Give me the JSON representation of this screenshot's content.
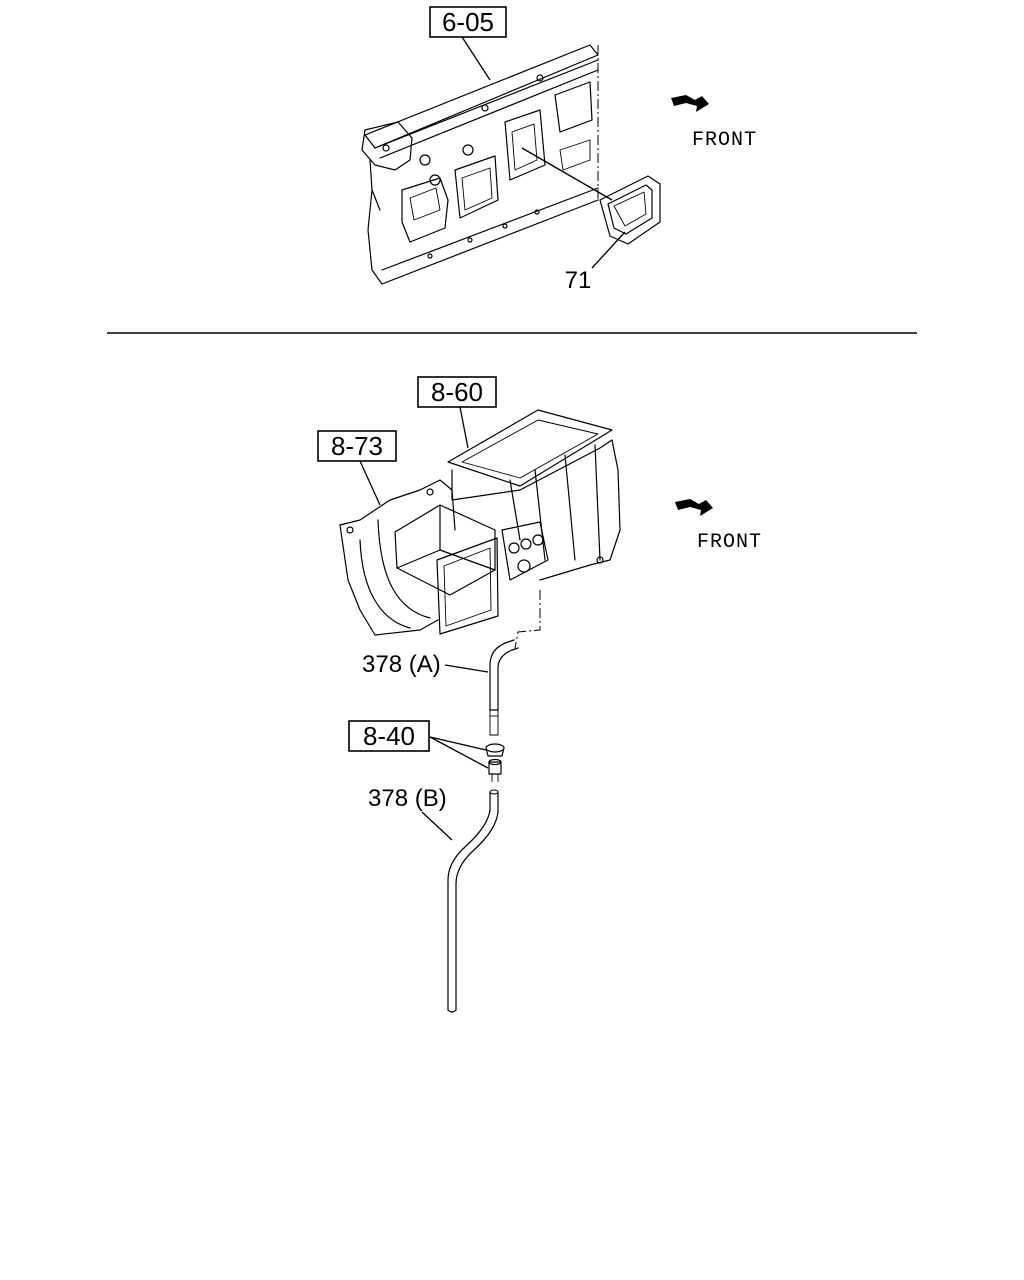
{
  "upper_view": {
    "ref_label": "6-05",
    "part_number": "71",
    "direction_label": "FRONT"
  },
  "lower_view": {
    "ref_labels": {
      "heater_unit": "8-60",
      "blower_unit": "8-73",
      "clip": "8-40"
    },
    "parts": {
      "hose_a": "378 (A)",
      "hose_b": "378 (B)"
    },
    "direction_label": "FRONT"
  },
  "icons": {
    "direction_arrow": "front-arrow-icon"
  }
}
